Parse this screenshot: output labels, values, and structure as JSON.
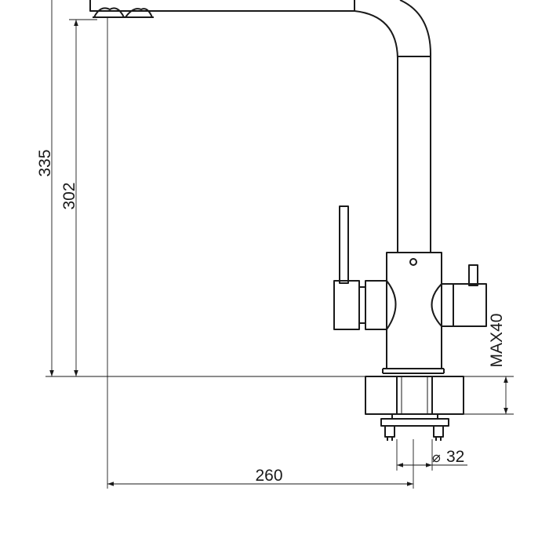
{
  "dimensions": {
    "total_height": "335",
    "spout_height": "302",
    "reach": "260",
    "max_thickness": "MAX40",
    "hole_diameter_symbol": "⌀",
    "hole_diameter": "32"
  }
}
